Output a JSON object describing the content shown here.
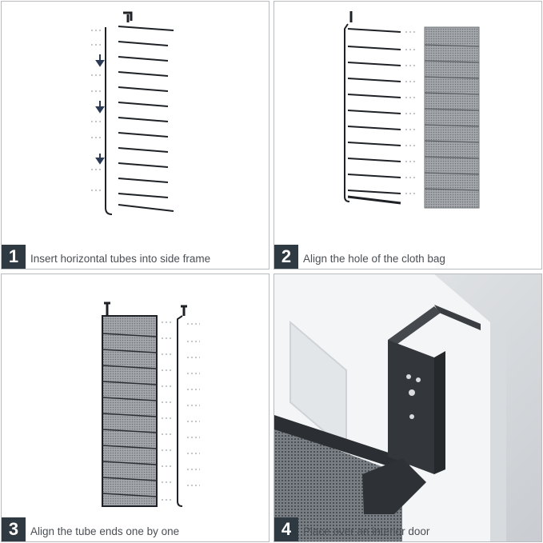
{
  "steps": [
    {
      "number": "1",
      "caption": "Insert horizontal tubes into side frame"
    },
    {
      "number": "2",
      "caption": "Align the hole of the cloth bag"
    },
    {
      "number": "3",
      "caption": "Align the tube ends one by one"
    },
    {
      "number": "4",
      "caption": "Place over an interior door"
    }
  ],
  "colors": {
    "badge": "#2f3942",
    "frame": "#1e2226",
    "mesh": "#8f9398",
    "caption": "#4a4f55",
    "border": "#b8bcc0"
  }
}
